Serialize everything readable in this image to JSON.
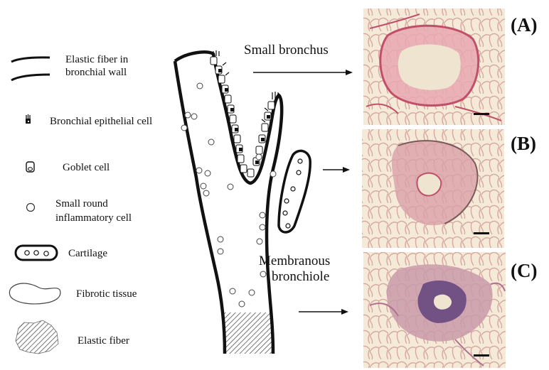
{
  "legend": {
    "elastic_fiber_wall_line1": "Elastic fiber in",
    "elastic_fiber_wall_line2": "bronchial wall",
    "epithelial_cell": "Bronchial epithelial cell",
    "goblet_cell": "Goblet cell",
    "inflammatory_cell_line1": "Small round",
    "inflammatory_cell_line2": "inflammatory cell",
    "cartilage": "Cartilage",
    "fibrotic_tissue": "Fibrotic tissue",
    "elastic_fiber": "Elastic fiber"
  },
  "callouts": {
    "small_bronchus": "Small bronchus",
    "membranous_line1": "Membranous",
    "membranous_line2": "bronchiole"
  },
  "panels": [
    {
      "letter": "(A)",
      "description": "histology micrograph of small bronchus"
    },
    {
      "letter": "(B)",
      "description": "histology micrograph of airway with cartilage"
    },
    {
      "letter": "(C)",
      "description": "histology micrograph of membranous bronchiole"
    }
  ],
  "colors": {
    "ink": "#111111",
    "lung_background": "#eedcc4",
    "stain_red": "#c0506a",
    "stain_purple": "#5a3d7a"
  }
}
